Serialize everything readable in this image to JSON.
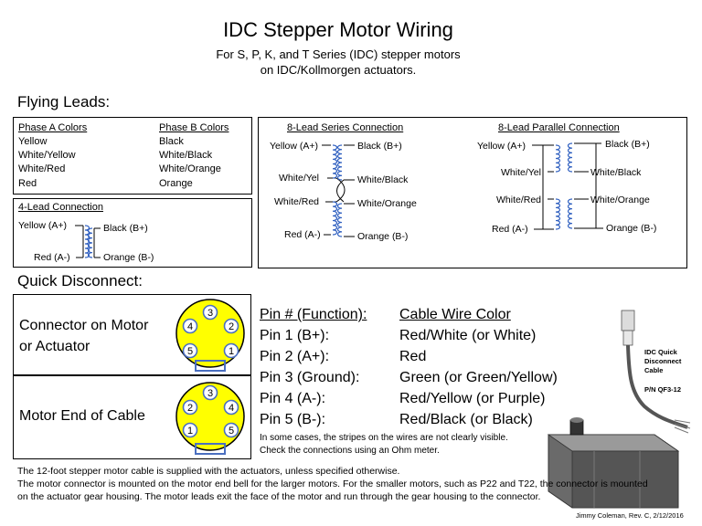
{
  "header": {
    "title": "IDC Stepper Motor Wiring",
    "subtitle_line1": "For S, P, K, and T Series (IDC) stepper motors",
    "subtitle_line2": "on IDC/Kollmorgen actuators."
  },
  "flying_leads": {
    "heading": "Flying Leads:",
    "phase_a": {
      "header": "Phase A Colors",
      "items": [
        "Yellow",
        "White/Yellow",
        "White/Red",
        "Red"
      ]
    },
    "phase_b": {
      "header": "Phase B Colors",
      "items": [
        "Black",
        "White/Black",
        "White/Orange",
        "Orange"
      ]
    },
    "four_lead": {
      "header": "4-Lead Connection",
      "yellow": "Yellow (A+)",
      "red": "Red (A-)",
      "black": "Black (B+)",
      "orange": "Orange (B-)"
    },
    "series": {
      "header": "8-Lead Series Connection",
      "yellow": "Yellow (A+)",
      "white_yel": "White/Yel",
      "white_red": "White/Red",
      "red": "Red (A-)",
      "black": "Black (B+)",
      "white_black": "White/Black",
      "white_orange": "White/Orange",
      "orange": "Orange (B-)"
    },
    "parallel": {
      "header": "8-Lead Parallel Connection",
      "yellow": "Yellow (A+)",
      "white_yel": "White/Yel",
      "white_red": "White/Red",
      "red": "Red (A-)",
      "black": "Black (B+)",
      "white_black": "White/Black",
      "white_orange": "White/Orange",
      "orange": "Orange (B-)"
    }
  },
  "quick_disconnect": {
    "heading": "Quick Disconnect:",
    "connector_motor_line1": "Connector on Motor",
    "connector_motor_line2": "or Actuator",
    "motor_end_cable": "Motor End of Cable",
    "motor_pins": [
      "3",
      "4",
      "2",
      "5",
      "1"
    ],
    "cable_pins": [
      "3",
      "2",
      "4",
      "1",
      "5"
    ],
    "pin_header": "Pin # (Function):",
    "color_header": "Cable Wire Color",
    "pins": [
      {
        "pin": "Pin 1 (B+):",
        "color": "Red/White (or White)"
      },
      {
        "pin": "Pin 2 (A+):",
        "color": "Red"
      },
      {
        "pin": "Pin 3 (Ground):",
        "color": "Green (or Green/Yellow)"
      },
      {
        "pin": "Pin 4 (A-):",
        "color": "Red/Yellow (or Purple)"
      },
      {
        "pin": "Pin 5 (B-):",
        "color": "Red/Black (or Black)"
      }
    ],
    "note_line1": "In some cases, the stripes on the wires are not clearly visible.",
    "note_line2": "Check the connections using an Ohm meter.",
    "cable_label_line1": "IDC Quick",
    "cable_label_line2": "Disconnect",
    "cable_label_line3": "Cable",
    "cable_pn": "P/N QF3-12"
  },
  "footer": {
    "line1": "The 12-foot stepper motor cable is supplied with the actuators, unless specified otherwise.",
    "line2": "The motor connector is mounted on the motor end bell for the larger motors.  For the smaller motors, such as P22 and T22, the connector is mounted",
    "line3": "on the actuator gear housing.  The motor leads exit the face of the motor and run through the gear housing to the connector.",
    "credit": "Jimmy Coleman, Rev. C, 2/12/2016"
  },
  "colors": {
    "connector_fill": "#ffff00",
    "connector_inner": "#4a6fc0",
    "coil": "#3060c0"
  }
}
